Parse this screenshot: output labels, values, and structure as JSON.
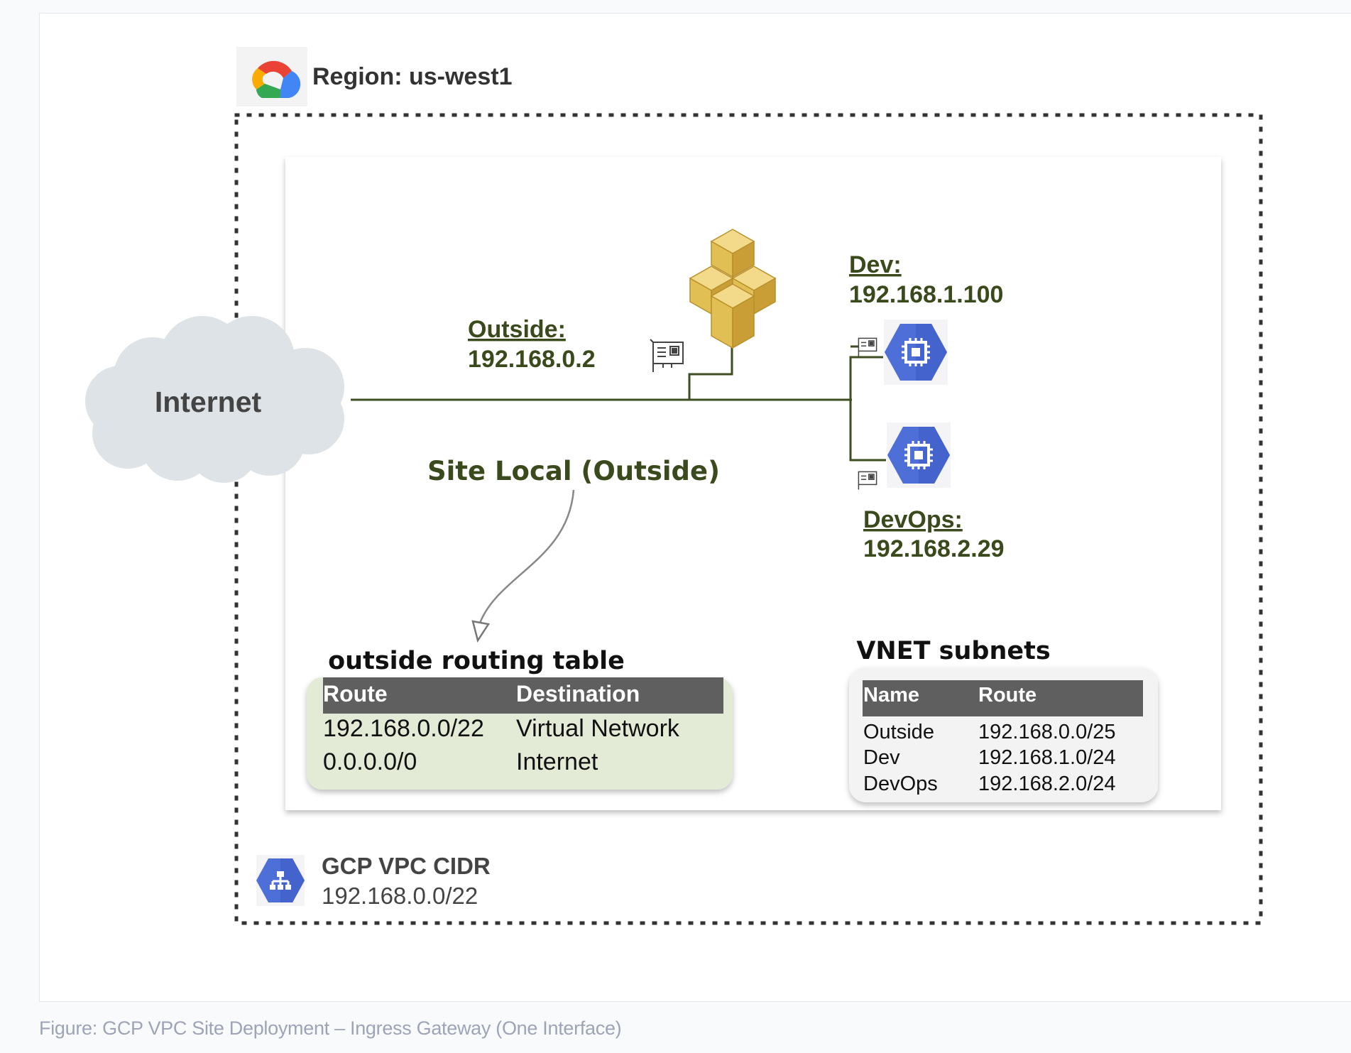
{
  "region": {
    "label": "Region: us-west1",
    "icon": "google-cloud-icon"
  },
  "internet": {
    "label": "Internet",
    "icon": "cloud-icon"
  },
  "gateway": {
    "icon": "gateway-cubes-icon",
    "interface": {
      "name": "Outside:",
      "ip": "192.168.0.2",
      "icon": "network-card-icon"
    }
  },
  "vms": [
    {
      "name": "Dev:",
      "ip": "192.168.1.100",
      "icon": "compute-engine-icon"
    },
    {
      "name": "DevOps:",
      "ip": "192.168.2.29",
      "icon": "compute-engine-icon"
    }
  ],
  "site_local_label": "Site Local (Outside)",
  "routing_table": {
    "title": "outside routing table",
    "headers": [
      "Route",
      "Destination"
    ],
    "rows": [
      [
        "192.168.0.0/22",
        "Virtual Network"
      ],
      [
        "0.0.0.0/0",
        "Internet"
      ]
    ]
  },
  "subnets": {
    "title": "VNET subnets",
    "headers": [
      "Name",
      "Route"
    ],
    "rows": [
      [
        "Outside",
        "192.168.0.0/25"
      ],
      [
        "Dev",
        "192.168.1.0/24"
      ],
      [
        "DevOps",
        "192.168.2.0/24"
      ]
    ]
  },
  "vpc": {
    "title": "GCP VPC CIDR",
    "cidr": "192.168.0.0/22",
    "icon": "vpc-network-icon"
  },
  "caption": "Figure: GCP VPC Site Deployment – Ingress Gateway (One Interface)",
  "colors": {
    "label_green": "#3b4a1c",
    "line": "#3f4d22",
    "vm_blue": "#4f6fd8",
    "table_header": "#5f5f5f",
    "routing_bg": "#e3ead6",
    "cloud": "#dde3e6",
    "gateway_gold": "#e2bf55"
  }
}
